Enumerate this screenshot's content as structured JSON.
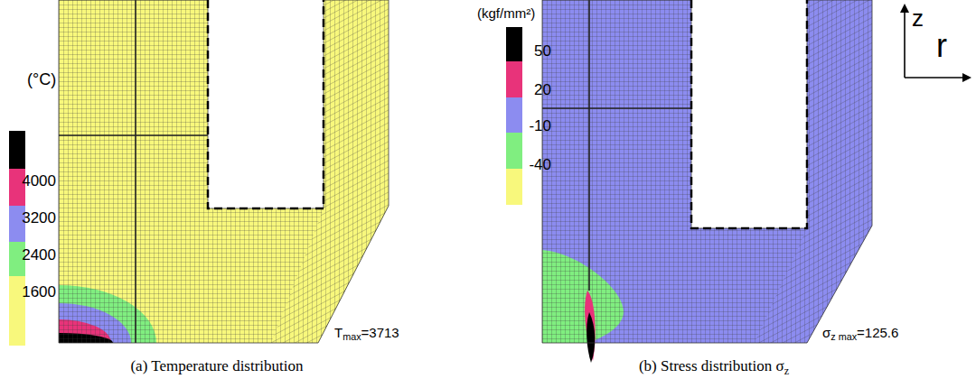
{
  "diagram": {
    "labels": [
      "(°C)",
      "4000",
      "3200",
      "2400",
      "1600",
      "T",
      "max",
      "=3713",
      "(kgf/mm²)",
      "50",
      "20",
      "-10",
      "-40",
      "σ",
      "z max",
      "=125.6",
      "z",
      "r",
      "(a) Temperature distribution",
      "(b) Stress distribution σ",
      "z"
    ]
  }
}
